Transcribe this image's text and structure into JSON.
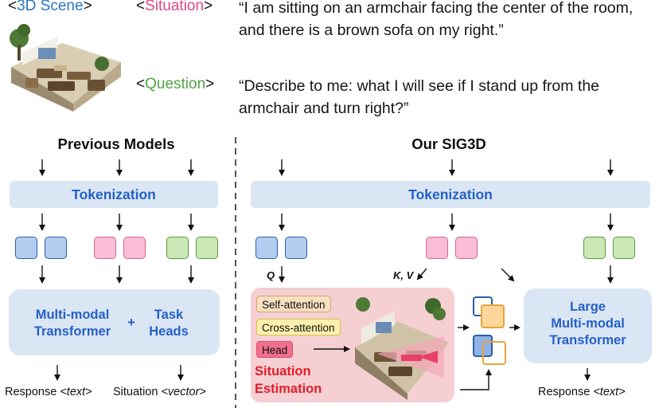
{
  "inputs": {
    "scene_tag_open": "<",
    "scene_tag_text": "3D Scene",
    "scene_tag_close": ">",
    "situation_tag_open": "<",
    "situation_tag_text": "Situation",
    "situation_tag_close": ">",
    "situation_text": "“I am sitting on an armchair facing the center of the room, and there is a brown sofa on my right.”",
    "question_tag_open": "<",
    "question_tag_text": "Question",
    "question_tag_close": ">",
    "question_text": "“Describe to me: what I will see if I stand up from the armchair and turn right?”"
  },
  "previous": {
    "heading": "Previous Models",
    "tokenization": "Tokenization",
    "transformer_line1": "Multi-modal",
    "transformer_line2": "Transformer",
    "plus": "+",
    "heads_line1": "Task",
    "heads_line2": "Heads",
    "response_label": "Response ",
    "response_type": "<text>",
    "situation_label": "Situation ",
    "situation_type": "<vector>"
  },
  "ours": {
    "heading": "Our SIG3D",
    "tokenization": "Tokenization",
    "q_label": "Q",
    "kv_label": "K, V",
    "self_attention": "Self-attention",
    "cross_attention": "Cross-attention",
    "head": "Head",
    "estimation_line1": "Situation",
    "estimation_line2": "Estimation",
    "llm_line1": "Large",
    "llm_line2": "Multi-modal",
    "llm_line3": "Transformer",
    "response_label": "Response ",
    "response_type": "<text>"
  },
  "colors": {
    "scene_blue": "#2b77c4",
    "situation_pink": "#e0478a",
    "question_green": "#52a245",
    "box_fill": "#dbe6f4",
    "accent_blue": "#2460c8",
    "estimation_red": "#e01e28"
  }
}
